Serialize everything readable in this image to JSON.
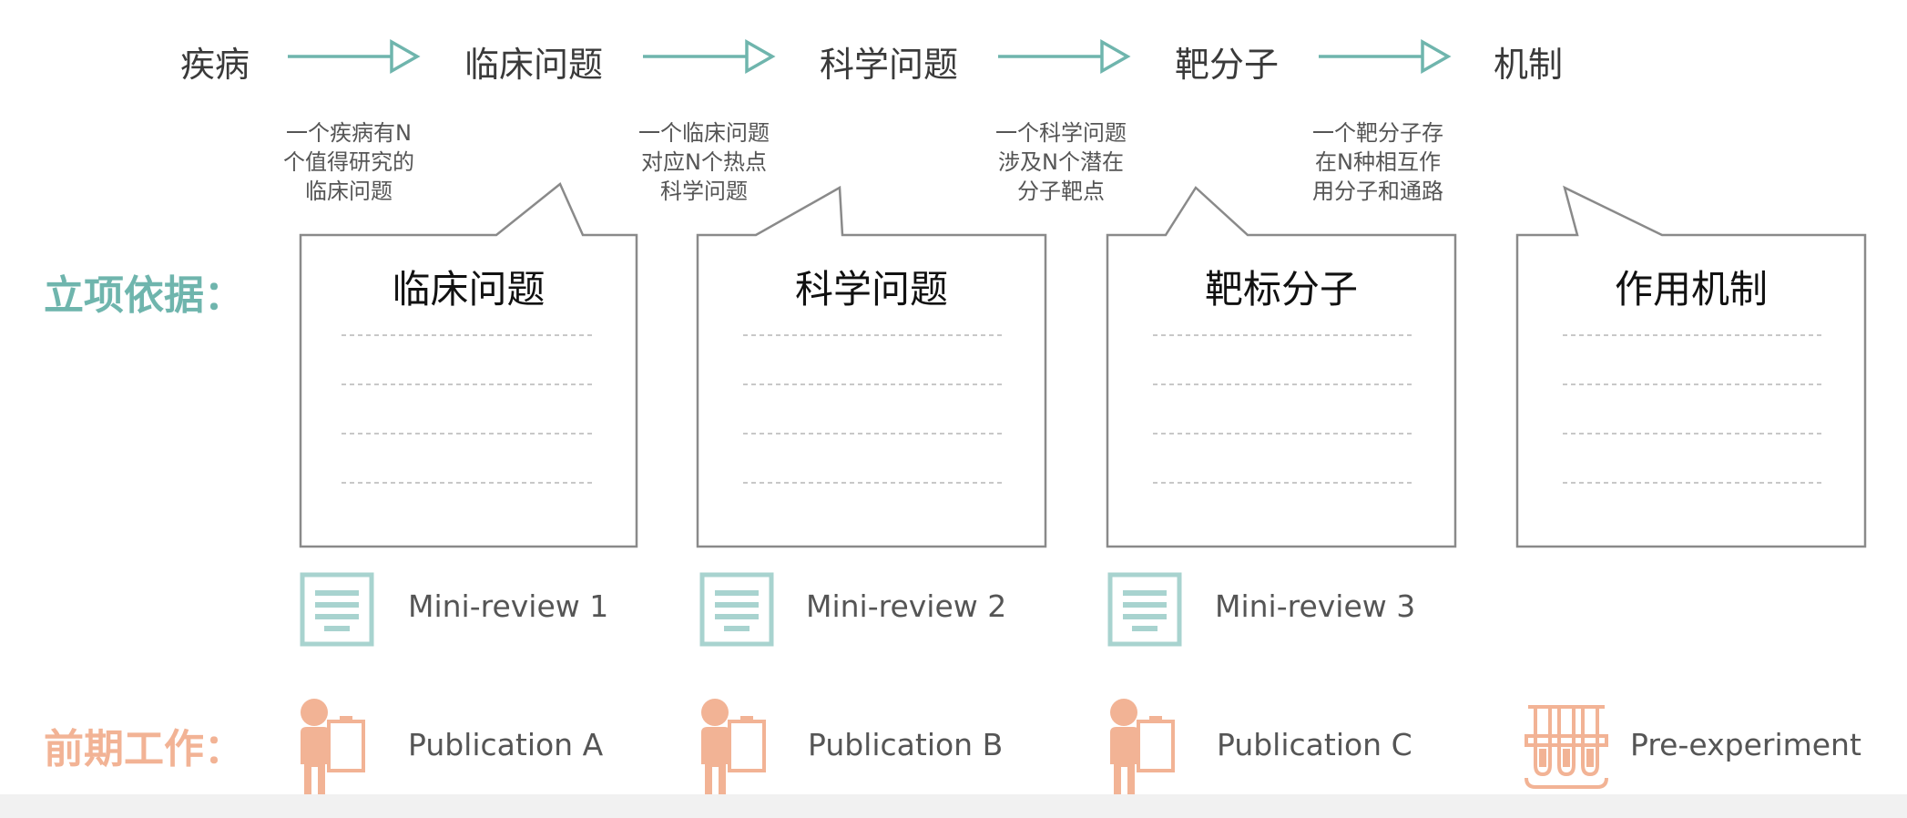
{
  "flow": {
    "steps": [
      "疾病",
      "临床问题",
      "科学问题",
      "靶分子",
      "机制"
    ],
    "notes": [
      [
        "一个疾病有N",
        "个值得研究的",
        "临床问题"
      ],
      [
        "一个临床问题",
        "对应N个热点",
        "科学问题"
      ],
      [
        "一个科学问题",
        "涉及N个潜在",
        "分子靶点"
      ],
      [
        "一个靶分子存",
        "在N种相互作",
        "用分子和通路"
      ]
    ]
  },
  "basis": {
    "label": "立项依据：",
    "boxes": [
      "临床问题",
      "科学问题",
      "靶标分子",
      "作用机制"
    ]
  },
  "reviews": [
    "Mini-review 1",
    "Mini-review 2",
    "Mini-review 3"
  ],
  "prior_work": {
    "label": "前期工作：",
    "items": [
      {
        "label": "Publication A",
        "icon": "researcher-clipboard-icon"
      },
      {
        "label": "Publication B",
        "icon": "researcher-clipboard-icon"
      },
      {
        "label": "Publication C",
        "icon": "researcher-clipboard-icon"
      },
      {
        "label": "Pre-experiment",
        "icon": "test-tubes-icon"
      }
    ]
  },
  "colors": {
    "teal": "#6fb5ad",
    "teal_light": "#a8d3cf",
    "salmon": "#f2b395",
    "box_border": "#8a8a8a",
    "dash": "#b5b5b5"
  }
}
